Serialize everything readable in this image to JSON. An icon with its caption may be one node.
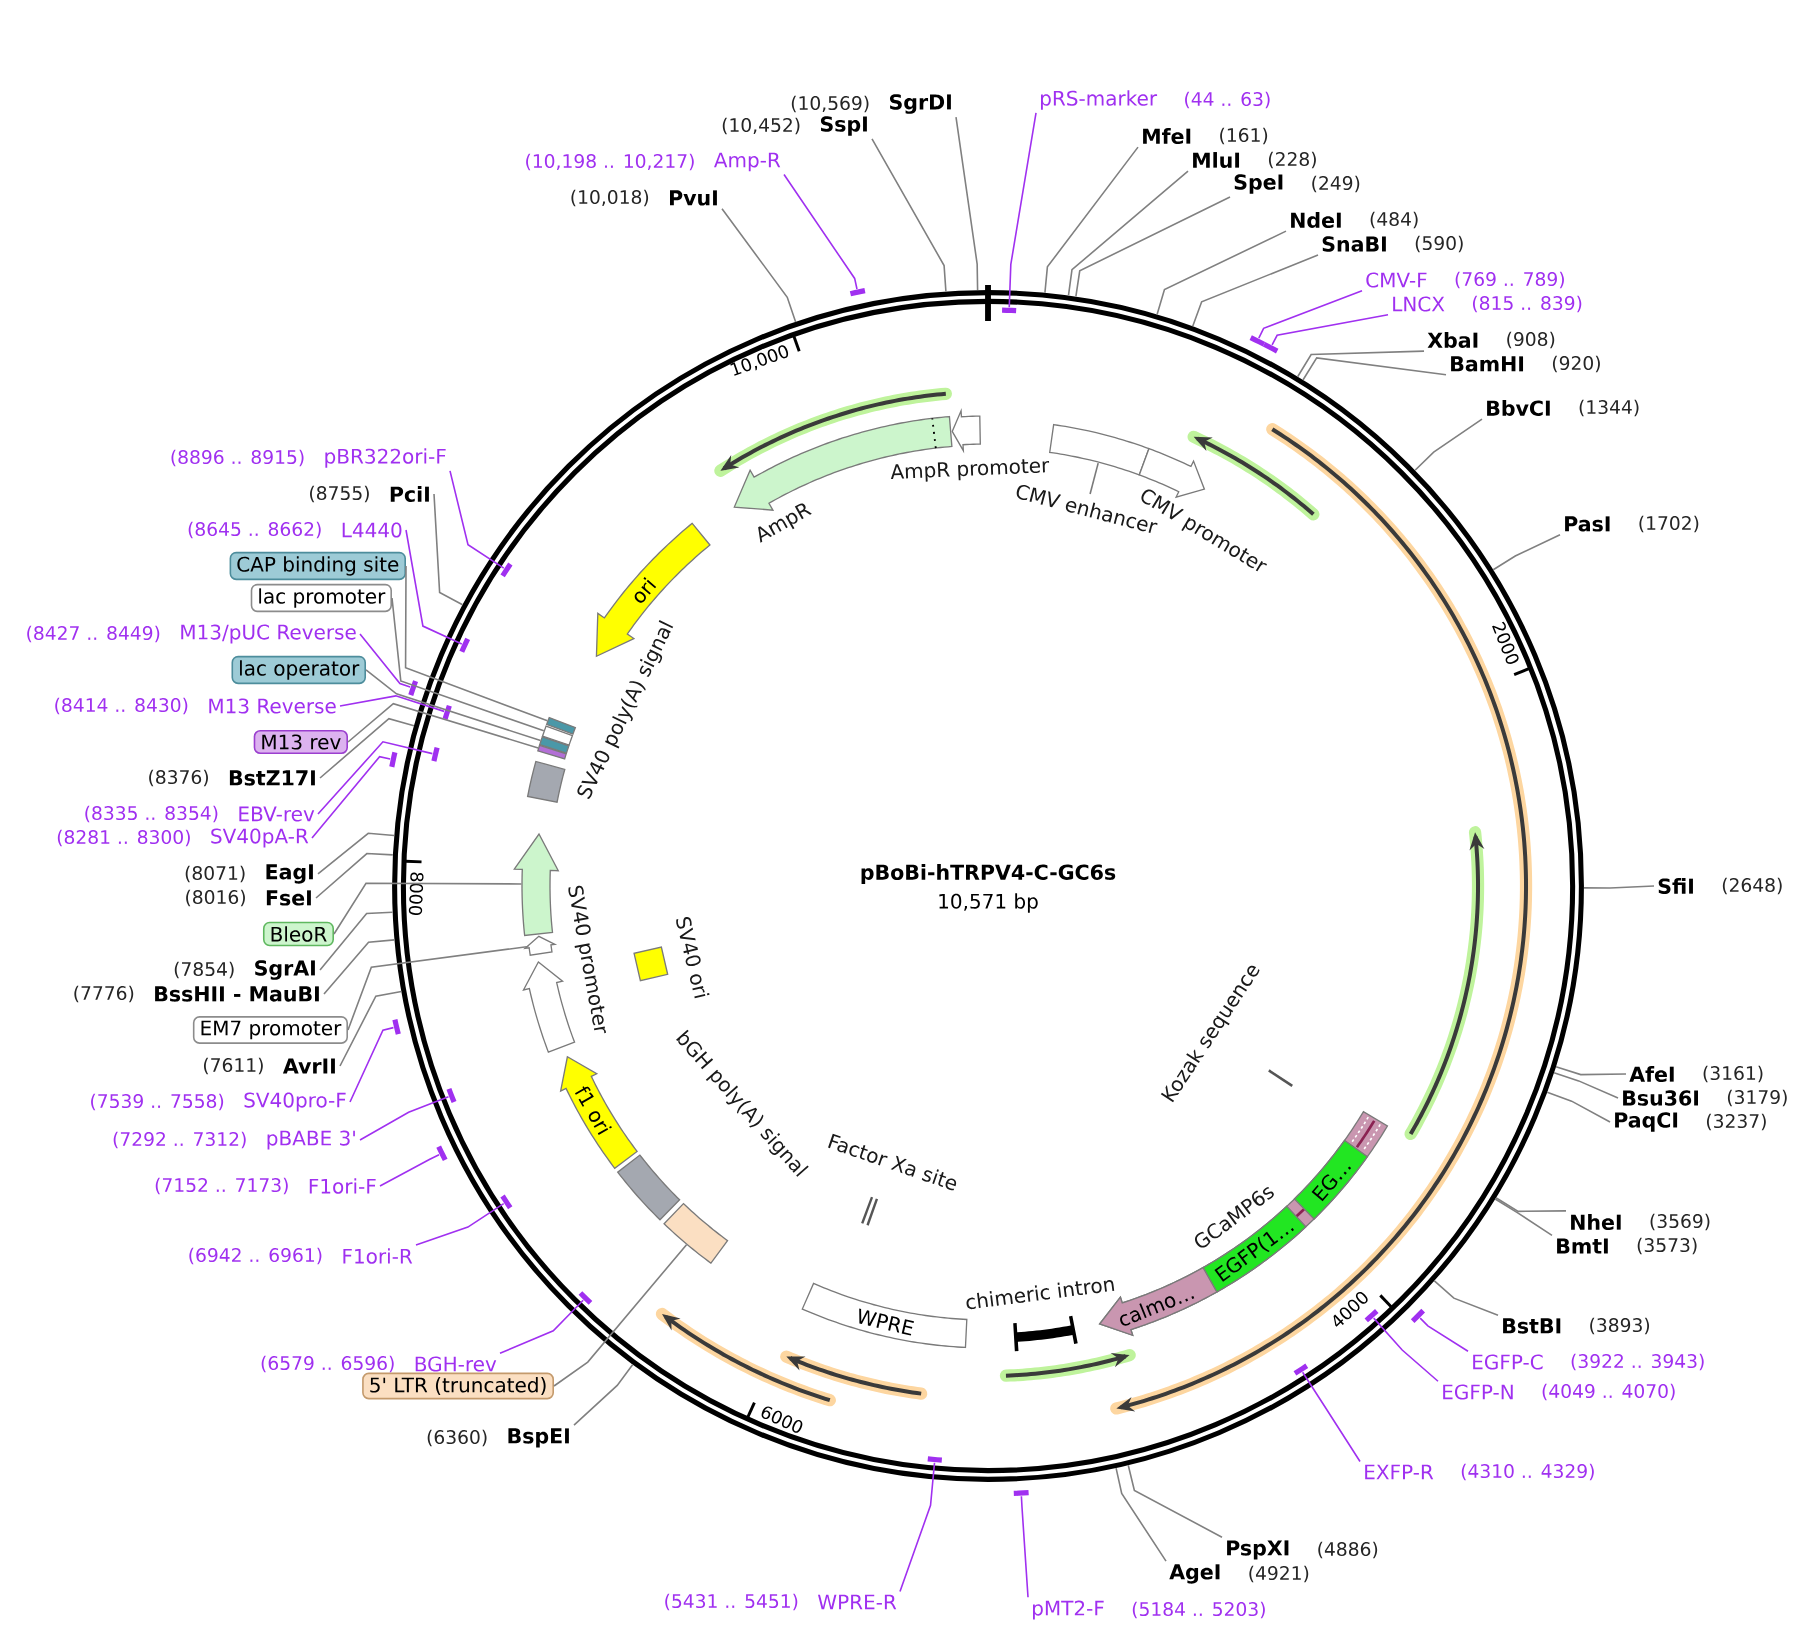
{
  "diagram": {
    "title": "pBoBi-hTRPV4-C-GC6s",
    "nodes": [
      {
        "text": [
          "pRS-marker"
        ],
        "beside": [
          "(44 .. 63)"
        ]
      },
      {
        "text": [
          "MfeI"
        ],
        "beside": [
          "(161)"
        ]
      },
      {
        "text": [
          "MluI"
        ],
        "beside": [
          "(228)"
        ]
      },
      {
        "text": [
          "SpeI"
        ],
        "beside": [
          "(249)"
        ]
      },
      {
        "text": [
          "NdeI"
        ],
        "beside": [
          "(484)"
        ]
      },
      {
        "text": [
          "SnaBI"
        ],
        "beside": [
          "(590)"
        ]
      },
      {
        "text": [
          "CMV-F"
        ],
        "beside": [
          "(769 .. 789)"
        ]
      },
      {
        "text": [
          "LNCX"
        ],
        "beside": [
          "(815 .. 839)"
        ]
      },
      {
        "text": [
          "XbaI"
        ],
        "beside": [
          "(908)"
        ]
      },
      {
        "text": [
          "BamHI"
        ],
        "beside": [
          "(920)"
        ]
      },
      {
        "text": [
          "BbvCI"
        ],
        "beside": [
          "(1344)"
        ]
      },
      {
        "text": [
          "PasI"
        ],
        "beside": [
          "(1702)"
        ]
      },
      {
        "text": [
          "SfiI"
        ],
        "beside": [
          "(2648)"
        ]
      },
      {
        "text": [
          "AfeI"
        ],
        "beside": [
          "(3161)"
        ]
      },
      {
        "text": [
          "Bsu36I"
        ],
        "beside": [
          "(3179)"
        ]
      },
      {
        "text": [
          "PaqCI"
        ],
        "beside": [
          "(3237)"
        ]
      },
      {
        "text": [
          "NheI"
        ],
        "beside": [
          "(3569)"
        ]
      },
      {
        "text": [
          "BmtI"
        ],
        "beside": [
          "(3573)"
        ]
      },
      {
        "text": [
          "BstBI"
        ],
        "beside": [
          "(3893)"
        ]
      },
      {
        "text": [
          "EGFP-C"
        ],
        "beside": [
          "(3922 .. 3943)"
        ]
      },
      {
        "text": [
          "EGFP-N"
        ],
        "beside": [
          "(4049 .. 4070)"
        ]
      },
      {
        "text": [
          "EXFP-R"
        ],
        "beside": [
          "(4310 .. 4329)"
        ]
      },
      {
        "text": [
          "PspXI"
        ],
        "beside": [
          "(4886)"
        ]
      },
      {
        "text": [
          "AgeI"
        ],
        "beside": [
          "(4921)"
        ]
      },
      {
        "text": [
          "pMT2-F"
        ],
        "beside": [
          "(5184 .. 5203)"
        ]
      },
      {
        "text": [
          "WPRE-R"
        ],
        "beside": [
          "(5431 .. 5451)"
        ]
      },
      {
        "text": [
          "BspEI"
        ],
        "beside": [
          "(6360)"
        ]
      },
      {
        "text": [
          "5' LTR (truncated)"
        ]
      },
      {
        "text": [
          "BGH-rev"
        ],
        "beside": [
          "(6579 .. 6596)"
        ]
      },
      {
        "text": [
          "F1ori-R"
        ],
        "beside": [
          "(6942 .. 6961)"
        ]
      },
      {
        "text": [
          "F1ori-F"
        ],
        "beside": [
          "(7152 .. 7173)"
        ]
      },
      {
        "text": [
          "pBABE 3'"
        ],
        "beside": [
          "(7292 .. 7312)"
        ]
      },
      {
        "text": [
          "SV40pro-F"
        ],
        "beside": [
          "(7539 .. 7558)"
        ]
      },
      {
        "text": [
          "AvrII"
        ],
        "beside": [
          "(7611)"
        ]
      },
      {
        "text": [
          "EM7 promoter"
        ]
      },
      {
        "text": [
          "BssHII - MauBI"
        ],
        "beside": [
          "(7776)"
        ]
      },
      {
        "text": [
          "SgrAI"
        ],
        "beside": [
          "(7854)"
        ]
      },
      {
        "text": [
          "BleoR"
        ]
      },
      {
        "text": [
          "FseI"
        ],
        "beside": [
          "(8016)"
        ]
      },
      {
        "text": [
          "EagI"
        ],
        "beside": [
          "(8071)"
        ]
      },
      {
        "text": [
          "SV40pA-R"
        ],
        "beside": [
          "(8281 .. 8300)"
        ]
      },
      {
        "text": [
          "EBV-rev"
        ],
        "beside": [
          "(8335 .. 8354)"
        ]
      },
      {
        "text": [
          "BstZ17I"
        ],
        "beside": [
          "(8376)"
        ]
      },
      {
        "text": [
          "M13 rev"
        ]
      },
      {
        "text": [
          "M13 Reverse"
        ],
        "beside": [
          "(8414 .. 8430)"
        ]
      },
      {
        "text": [
          "lac operator"
        ]
      },
      {
        "text": [
          "M13/pUC Reverse"
        ],
        "beside": [
          "(8427 .. 8449)"
        ]
      },
      {
        "text": [
          "lac promoter"
        ]
      },
      {
        "text": [
          "CAP binding site"
        ]
      },
      {
        "text": [
          "L4440"
        ],
        "beside": [
          "(8645 .. 8662)"
        ]
      },
      {
        "text": [
          "PciI"
        ],
        "beside": [
          "(8755)"
        ]
      },
      {
        "text": [
          "pBR322ori-F"
        ],
        "beside": [
          "(8896 .. 8915)"
        ]
      },
      {
        "text": [
          "PvuI"
        ],
        "beside": [
          "(10,018)"
        ]
      },
      {
        "text": [
          "Amp-R"
        ],
        "beside": [
          "(10,198 .. 10,217)"
        ]
      },
      {
        "text": [
          "SspI"
        ],
        "beside": [
          "(10,452)"
        ]
      },
      {
        "text": [
          "SgrDI"
        ],
        "beside": [
          "(10,569)"
        ]
      },
      {
        "text": [],
        "shape": "bar"
      },
      {
        "text": [],
        "shape": "bar"
      },
      {
        "text": [],
        "shape": "bar"
      },
      {
        "text": [],
        "shape": "bar"
      },
      {
        "text": [],
        "shape": "bar"
      },
      {
        "text": [],
        "shape": "bar"
      },
      {
        "text": [],
        "shape": "bar"
      },
      {
        "text": [],
        "shape": "bar"
      },
      {
        "text": [],
        "shape": "bar"
      },
      {
        "text": [],
        "shape": "bar"
      },
      {
        "text": [],
        "shape": "bar"
      },
      {
        "text": [],
        "shape": "bar"
      },
      {
        "text": [],
        "shape": "bar"
      },
      {
        "text": [],
        "shape": "bar"
      },
      {
        "text": [],
        "shape": "bar"
      },
      {
        "text": [],
        "shape": "bar"
      },
      {
        "text": [],
        "shape": "bar"
      },
      {
        "text": [],
        "shape": "bar"
      },
      {
        "text": [],
        "shape": "bar"
      },
      {
        "text": [],
        "shape": "bar"
      },
      {
        "text": [
          "CMV enhancer"
        ]
      },
      {
        "text": [
          "CMV promoter"
        ]
      },
      {
        "text": [
          "GCaMP6s"
        ]
      },
      {
        "text": [
          "EG…"
        ],
        "in": 78
      },
      {
        "text": [
          "EGFP(1…"
        ],
        "in": 78
      },
      {
        "text": [
          "calmo…"
        ],
        "in": 78
      },
      {
        "text": [
          "Kozak sequence"
        ]
      },
      {
        "text": [
          "chimeric intron"
        ]
      },
      {
        "text": [
          "WPRE"
        ]
      },
      {
        "text": [
          "Factor Xa site"
        ]
      },
      {
        "text": [],
        "shape": "box"
      },
      {
        "text": [
          "bGH poly(A) signal"
        ]
      },
      {
        "text": [
          "f1 ori"
        ]
      },
      {
        "text": [
          "SV40 promoter"
        ]
      },
      {
        "text": [
          "SV40 ori"
        ]
      },
      {
        "text": [],
        "shape": "arrow"
      },
      {
        "text": [],
        "shape": "arrow"
      },
      {
        "text": [
          "SV40 poly(A) signal"
        ]
      },
      {
        "text": [],
        "shape": "bar"
      },
      {
        "text": [],
        "shape": "bar"
      },
      {
        "text": [],
        "shape": "bar"
      },
      {
        "text": [],
        "shape": "bar"
      },
      {
        "text": [
          "ori"
        ]
      },
      {
        "text": [
          "AmpR"
        ]
      },
      {
        "text": [
          "AmpR promoter"
        ]
      }
    ],
    "edges": [
      {
        "from": 0,
        "to": 56,
        "arrow": "none",
        "color": "#a030f0"
      },
      {
        "from": 1,
        "to": null,
        "arrow": "none"
      },
      {
        "from": 2,
        "to": null,
        "arrow": "none"
      },
      {
        "from": 3,
        "to": null,
        "arrow": "none"
      },
      {
        "from": 4,
        "to": null,
        "arrow": "none"
      },
      {
        "from": 5,
        "to": null,
        "arrow": "none"
      },
      {
        "from": 6,
        "to": 57,
        "arrow": "none",
        "color": "#a030f0"
      },
      {
        "from": 7,
        "to": 58,
        "arrow": "none",
        "color": "#a030f0"
      },
      {
        "from": 8,
        "to": null,
        "arrow": "none"
      },
      {
        "from": 9,
        "to": null,
        "arrow": "none"
      },
      {
        "from": 10,
        "to": null,
        "arrow": "none"
      },
      {
        "from": 11,
        "to": null,
        "arrow": "none"
      },
      {
        "from": 12,
        "to": null,
        "arrow": "none"
      },
      {
        "from": 13,
        "to": null,
        "arrow": "none"
      },
      {
        "from": 14,
        "to": null,
        "arrow": "none"
      },
      {
        "from": 15,
        "to": null,
        "arrow": "none"
      },
      {
        "from": 16,
        "to": null,
        "arrow": "none"
      },
      {
        "from": 17,
        "to": null,
        "arrow": "none"
      },
      {
        "from": 18,
        "to": null,
        "arrow": "none"
      },
      {
        "from": 19,
        "to": 59,
        "arrow": "none",
        "color": "#a030f0"
      },
      {
        "from": 20,
        "to": 60,
        "arrow": "none",
        "color": "#a030f0"
      },
      {
        "from": 21,
        "to": 61,
        "arrow": "none",
        "color": "#a030f0"
      },
      {
        "from": 22,
        "to": null,
        "arrow": "none"
      },
      {
        "from": 23,
        "to": null,
        "arrow": "none"
      },
      {
        "from": 24,
        "to": 62,
        "arrow": "none",
        "color": "#a030f0"
      },
      {
        "from": 25,
        "to": 63,
        "arrow": "none",
        "color": "#a030f0"
      },
      {
        "from": 26,
        "to": null,
        "arrow": "none"
      },
      {
        "from": 27,
        "to": 86,
        "arrow": "none"
      },
      {
        "from": 28,
        "to": 64,
        "arrow": "none",
        "color": "#a030f0"
      },
      {
        "from": 29,
        "to": 65,
        "arrow": "none",
        "color": "#a030f0"
      },
      {
        "from": 30,
        "to": 66,
        "arrow": "none",
        "color": "#a030f0"
      },
      {
        "from": 31,
        "to": 67,
        "arrow": "none",
        "color": "#a030f0"
      },
      {
        "from": 32,
        "to": 68,
        "arrow": "none",
        "color": "#a030f0"
      },
      {
        "from": 33,
        "to": null,
        "arrow": "none"
      },
      {
        "from": 34,
        "to": 92,
        "arrow": "none"
      },
      {
        "from": 35,
        "to": null,
        "arrow": "none"
      },
      {
        "from": 36,
        "to": null,
        "arrow": "none"
      },
      {
        "from": 37,
        "to": 91,
        "arrow": "none"
      },
      {
        "from": 38,
        "to": null,
        "arrow": "none"
      },
      {
        "from": 39,
        "to": null,
        "arrow": "none"
      },
      {
        "from": 40,
        "to": 69,
        "arrow": "none",
        "color": "#a030f0"
      },
      {
        "from": 41,
        "to": 70,
        "arrow": "none",
        "color": "#a030f0"
      },
      {
        "from": 42,
        "to": null,
        "arrow": "none"
      },
      {
        "from": 43,
        "to": 97,
        "arrow": "none"
      },
      {
        "from": 44,
        "to": 71,
        "arrow": "none",
        "color": "#a030f0"
      },
      {
        "from": 45,
        "to": 96,
        "arrow": "none"
      },
      {
        "from": 46,
        "to": 72,
        "arrow": "none",
        "color": "#a030f0"
      },
      {
        "from": 47,
        "to": 95,
        "arrow": "none"
      },
      {
        "from": 48,
        "to": 94,
        "arrow": "none"
      },
      {
        "from": 49,
        "to": 73,
        "arrow": "none",
        "color": "#a030f0"
      },
      {
        "from": 50,
        "to": null,
        "arrow": "none"
      },
      {
        "from": 51,
        "to": 74,
        "arrow": "none",
        "color": "#a030f0"
      },
      {
        "from": 52,
        "to": null,
        "arrow": "none"
      },
      {
        "from": 53,
        "to": 75,
        "arrow": "none",
        "color": "#a030f0"
      },
      {
        "from": 54,
        "to": null,
        "arrow": "none"
      },
      {
        "from": 55,
        "to": null,
        "arrow": "none"
      }
    ],
    "labels": [
      "10,571 bp",
      "2000",
      "4000",
      "6000",
      "8000",
      "10,000"
    ]
  }
}
